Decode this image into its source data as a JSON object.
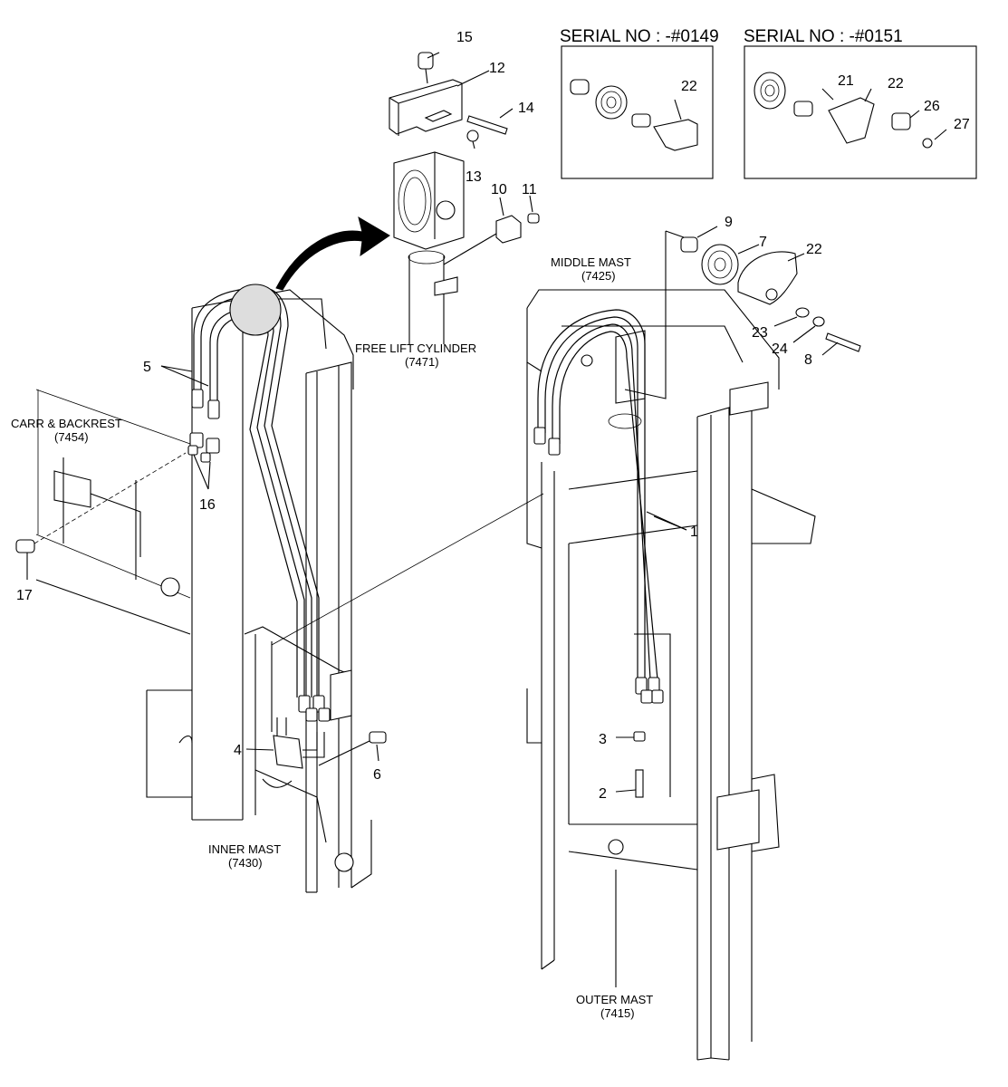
{
  "serial_boxes": [
    {
      "title": "SERIAL NO : -#0149",
      "parts": [
        "22"
      ]
    },
    {
      "title": "SERIAL NO : -#0151",
      "parts": [
        "21",
        "22",
        "26",
        "27"
      ]
    }
  ],
  "assemblies": {
    "free_lift_cylinder": {
      "name": "FREE LIFT CYLINDER",
      "code": "(7471)"
    },
    "carr_backrest": {
      "name": "CARR & BACKREST",
      "code": "(7454)"
    },
    "middle_mast": {
      "name": "MIDDLE MAST",
      "code": "(7425)"
    },
    "inner_mast": {
      "name": "INNER MAST",
      "code": "(7430)"
    },
    "outer_mast": {
      "name": "OUTER MAST",
      "code": "(7415)"
    }
  },
  "callouts": {
    "p1": "1",
    "p2": "2",
    "p3": "3",
    "p4": "4",
    "p5": "5",
    "p6": "6",
    "p7": "7",
    "p8": "8",
    "p9": "9",
    "p10": "10",
    "p11": "11",
    "p12": "12",
    "p13": "13",
    "p14": "14",
    "p15": "15",
    "p16": "16",
    "p17": "17",
    "p22": "22",
    "p23": "23",
    "p24": "24"
  },
  "colors": {
    "line": "#000000",
    "background": "#ffffff"
  }
}
